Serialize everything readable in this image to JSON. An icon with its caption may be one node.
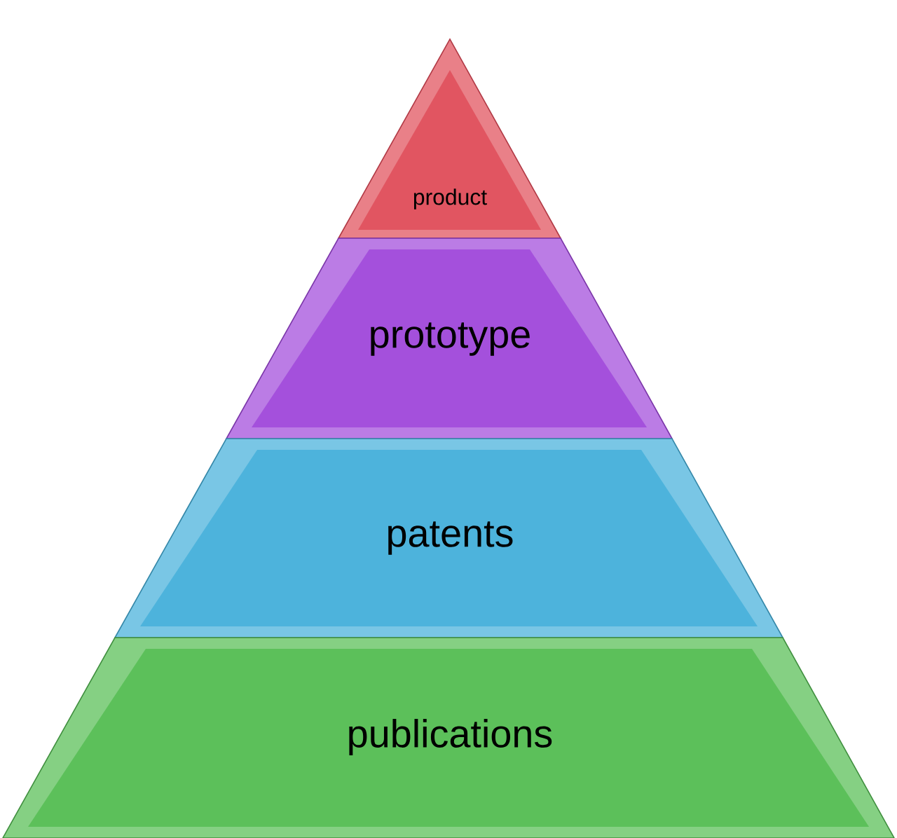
{
  "diagram": {
    "nodes": [
      {
        "text": [
          "product"
        ]
      },
      {
        "text": [
          "prototype"
        ]
      },
      {
        "text": [
          "patents"
        ]
      },
      {
        "text": [
          "publications"
        ]
      }
    ]
  }
}
